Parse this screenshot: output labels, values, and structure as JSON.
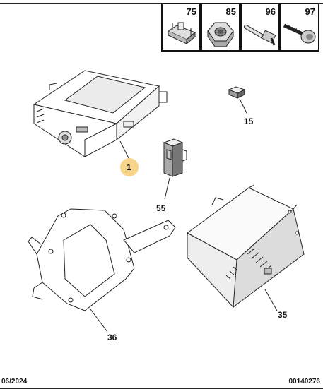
{
  "hardware": [
    {
      "num": "75",
      "icon": "clip-nut-icon"
    },
    {
      "num": "85",
      "icon": "hex-nut-icon"
    },
    {
      "num": "96",
      "icon": "stud-bolt-icon"
    },
    {
      "num": "97",
      "icon": "screw-icon"
    }
  ],
  "parts": {
    "p1": "1",
    "p15": "15",
    "p55": "55",
    "p35": "35",
    "p36": "36"
  },
  "footer": {
    "date": "06/2024",
    "ref": "00140276"
  },
  "colors": {
    "highlight": "#f6d48a",
    "line": "#222222"
  }
}
